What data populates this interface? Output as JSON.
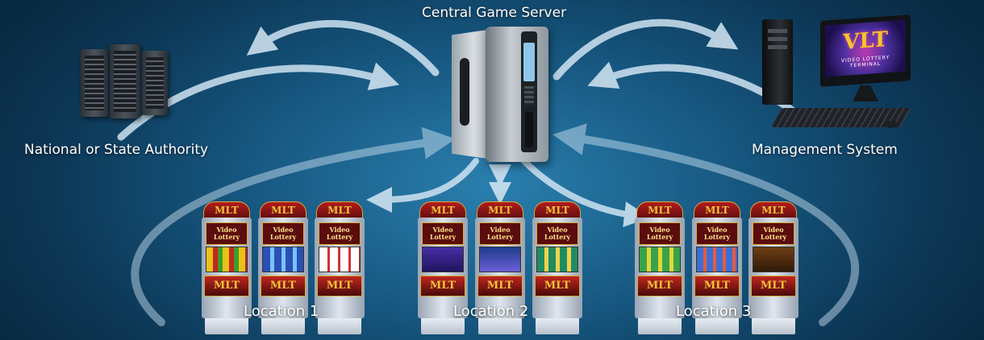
{
  "labels": {
    "server": "Central Game Server",
    "authority": "National or State Authority",
    "management": "Management System",
    "location1": "Location 1",
    "location2": "Location 2",
    "location3": "Location 3"
  },
  "monitor": {
    "logo": "VLT",
    "subtitle": "VIDEO LOTTERY TERMINAL"
  },
  "machine": {
    "topper": "MLT",
    "marquee": "Video Lottery",
    "belly": "MLT"
  },
  "colors": {
    "background": "#16567f",
    "arrow": "#cfe4f2",
    "label": "#ffffff"
  }
}
